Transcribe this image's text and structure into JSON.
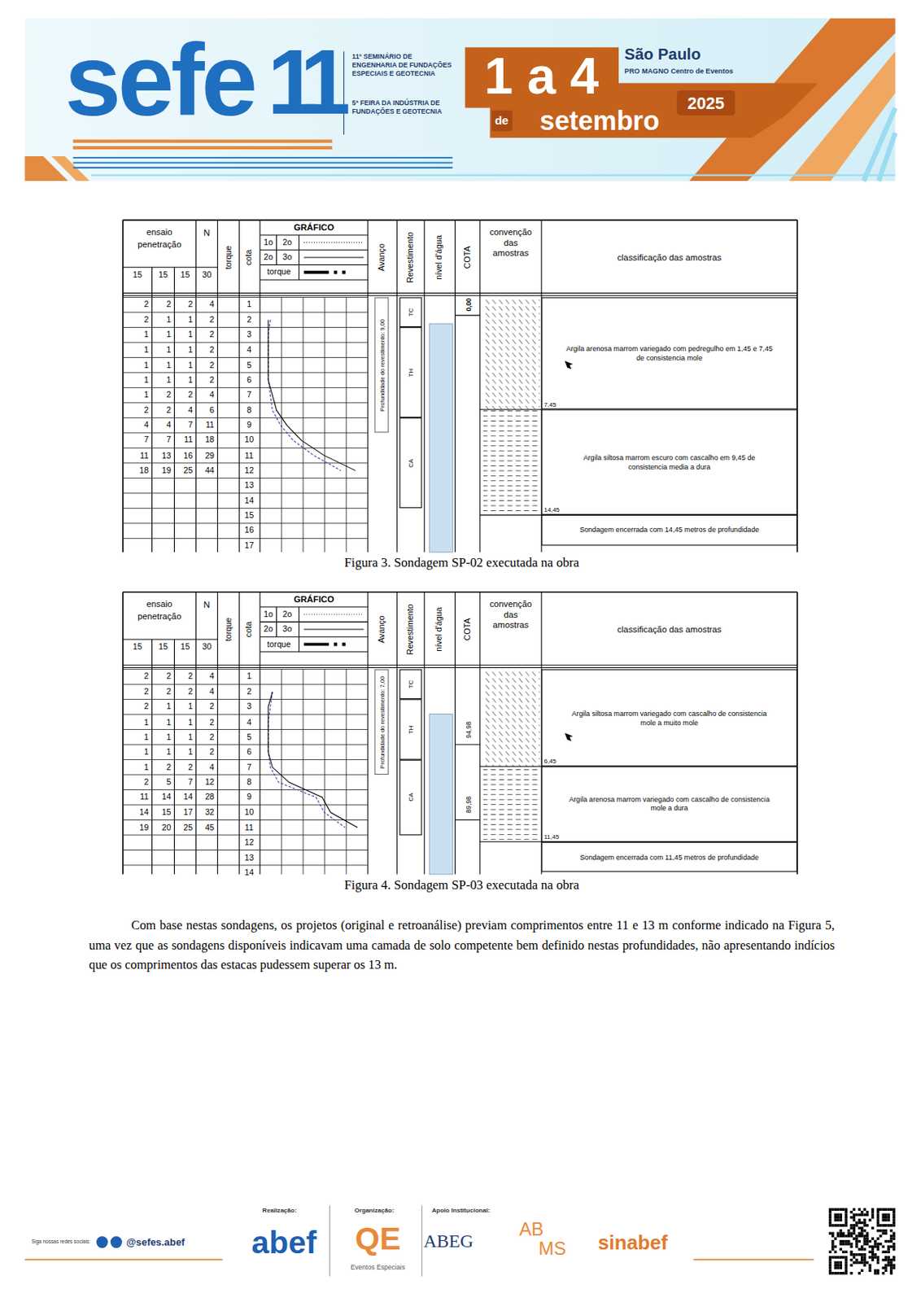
{
  "diagram": {
    "nodes": [
      {
        "text": [
          "Profundidade do revestimento: 9,00"
        ]
      },
      {
        "text": [
          "TC"
        ]
      },
      {
        "text": [
          "TH"
        ]
      },
      {
        "text": [
          "CA"
        ]
      },
      {
        "text": [
          "Argila arenosa marrom variegado com pedregulho em 1,45 e 7,45 de consistencia mole"
        ]
      },
      {
        "text": [
          "Argila siltosa marrom escuro com cascalho em 9,45 de consistencia media a dura"
        ]
      },
      {
        "text": [
          "Sondagem encerrada com 14,45 metros de profundidade"
        ]
      },
      {
        "text": [
          "Profundidade do revestimento: 7,00"
        ]
      },
      {
        "text": [
          "TC"
        ]
      },
      {
        "text": [
          "TH"
        ]
      },
      {
        "text": [
          "CA"
        ]
      },
      {
        "text": [
          "Argila siltosa marrom variegado com cascalho de consistencia mole a muito mole"
        ]
      },
      {
        "text": [
          "Argila arenosa marrom variegado com cascalho de consistencia mole a dura"
        ]
      },
      {
        "text": [
          "Sondagem encerrada com 11,45 metros de profundidade"
        ]
      }
    ],
    "labels": [
      "sefe",
      "11",
      "11º SEMINÁRIO DE ENGENHARIA DE FUNDAÇÕES ESPECIAIS E GEOTECNIA",
      "5ª FEIRA DA INDÚSTRIA DE FUNDAÇÕES E GEOTECNIA",
      "1 a 4",
      "de",
      "setembro",
      "São Paulo",
      "PRO MAGNO Centro de Eventos",
      "2025",
      "ensaio penetração",
      "N",
      "torque",
      "cota",
      "GRÁFICO",
      "1o",
      "2o",
      "2o",
      "3o",
      "torque",
      "Avanço",
      "Revestimento",
      "nível d'água",
      "COTA",
      "convenção das amostras",
      "classificação das amostras",
      "15",
      "15",
      "15",
      "30",
      "2",
      "2",
      "2",
      "4",
      "1",
      "2",
      "1",
      "1",
      "2",
      "2",
      "1",
      "1",
      "1",
      "2",
      "3",
      "1",
      "1",
      "1",
      "2",
      "4",
      "1",
      "1",
      "1",
      "2",
      "5",
      "1",
      "1",
      "1",
      "2",
      "6",
      "1",
      "2",
      "2",
      "4",
      "7",
      "2",
      "2",
      "4",
      "6",
      "8",
      "4",
      "4",
      "7",
      "11",
      "9",
      "7",
      "7",
      "11",
      "18",
      "10",
      "11",
      "13",
      "16",
      "29",
      "11",
      "18",
      "19",
      "25",
      "44",
      "12",
      "13",
      "14",
      "15",
      "16",
      "17",
      "0,00",
      "7,45",
      "14,45",
      "Figura 3. Sondagem SP-02 executada na obra",
      "ensaio penetração",
      "N",
      "torque",
      "cota",
      "GRÁFICO",
      "1o",
      "2o",
      "2o",
      "3o",
      "torque",
      "Avanço",
      "Revestimento",
      "nível d'água",
      "COTA",
      "convenção das amostras",
      "classificação das amostras",
      "15",
      "15",
      "15",
      "30",
      "2",
      "2",
      "2",
      "4",
      "1",
      "2",
      "2",
      "2",
      "4",
      "2",
      "2",
      "1",
      "1",
      "2",
      "3",
      "1",
      "1",
      "1",
      "2",
      "4",
      "1",
      "1",
      "1",
      "2",
      "5",
      "1",
      "1",
      "1",
      "2",
      "6",
      "1",
      "2",
      "2",
      "4",
      "7",
      "2",
      "5",
      "7",
      "12",
      "8",
      "11",
      "14",
      "14",
      "28",
      "9",
      "14",
      "15",
      "17",
      "32",
      "10",
      "19",
      "20",
      "25",
      "45",
      "11",
      "12",
      "13",
      "14",
      "94,98",
      "89,98",
      "6,45",
      "11,45",
      "Figura 4. Sondagem SP-03 executada na obra",
      "Com base nestas sondagens, os projetos (original e retroanálise) previam comprimentos entre 11 e 13 m conforme indicado na Figura 5, uma vez que as sondagens disponíveis indicavam uma camada de solo competente bem definido nestas profundidades, não apresentando indícios que os comprimentos das estacas pudessem superar os 13 m.",
      "Siga nossas redes sociais:",
      "@sefes.abef",
      "Realização:",
      "abef",
      "Organização:",
      "QE",
      "Eventos Especiais",
      "Apoio Institucional:",
      "ABEG",
      "AB",
      "MS",
      "sinabef"
    ]
  }
}
